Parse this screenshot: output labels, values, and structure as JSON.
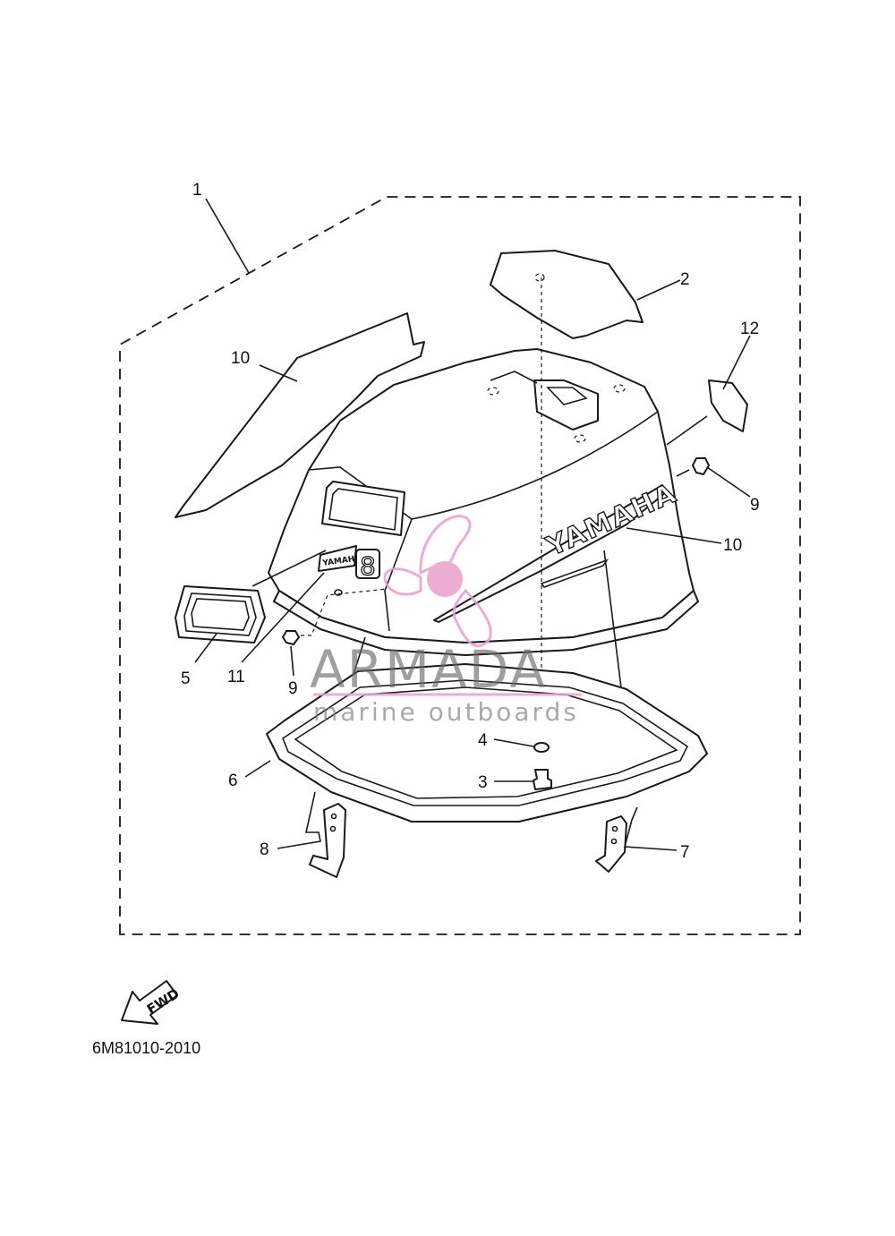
{
  "diagram": {
    "part_code": "6M81010-2010",
    "fwd_label": "FWD",
    "decal_brand": "YAMAHA",
    "model_badge": "YAMAHA",
    "model_number": "8",
    "callouts": {
      "c1": "1",
      "c2": "2",
      "c3": "3",
      "c4": "4",
      "c5": "5",
      "c6": "6",
      "c7": "7",
      "c8": "8",
      "c9a": "9",
      "c9b": "9",
      "c10a": "10",
      "c10b": "10",
      "c11": "11",
      "c12": "12"
    }
  },
  "watermark": {
    "title": "ARMADA",
    "subtitle": "marine outboards",
    "accent_color": "#e8a0c8"
  }
}
